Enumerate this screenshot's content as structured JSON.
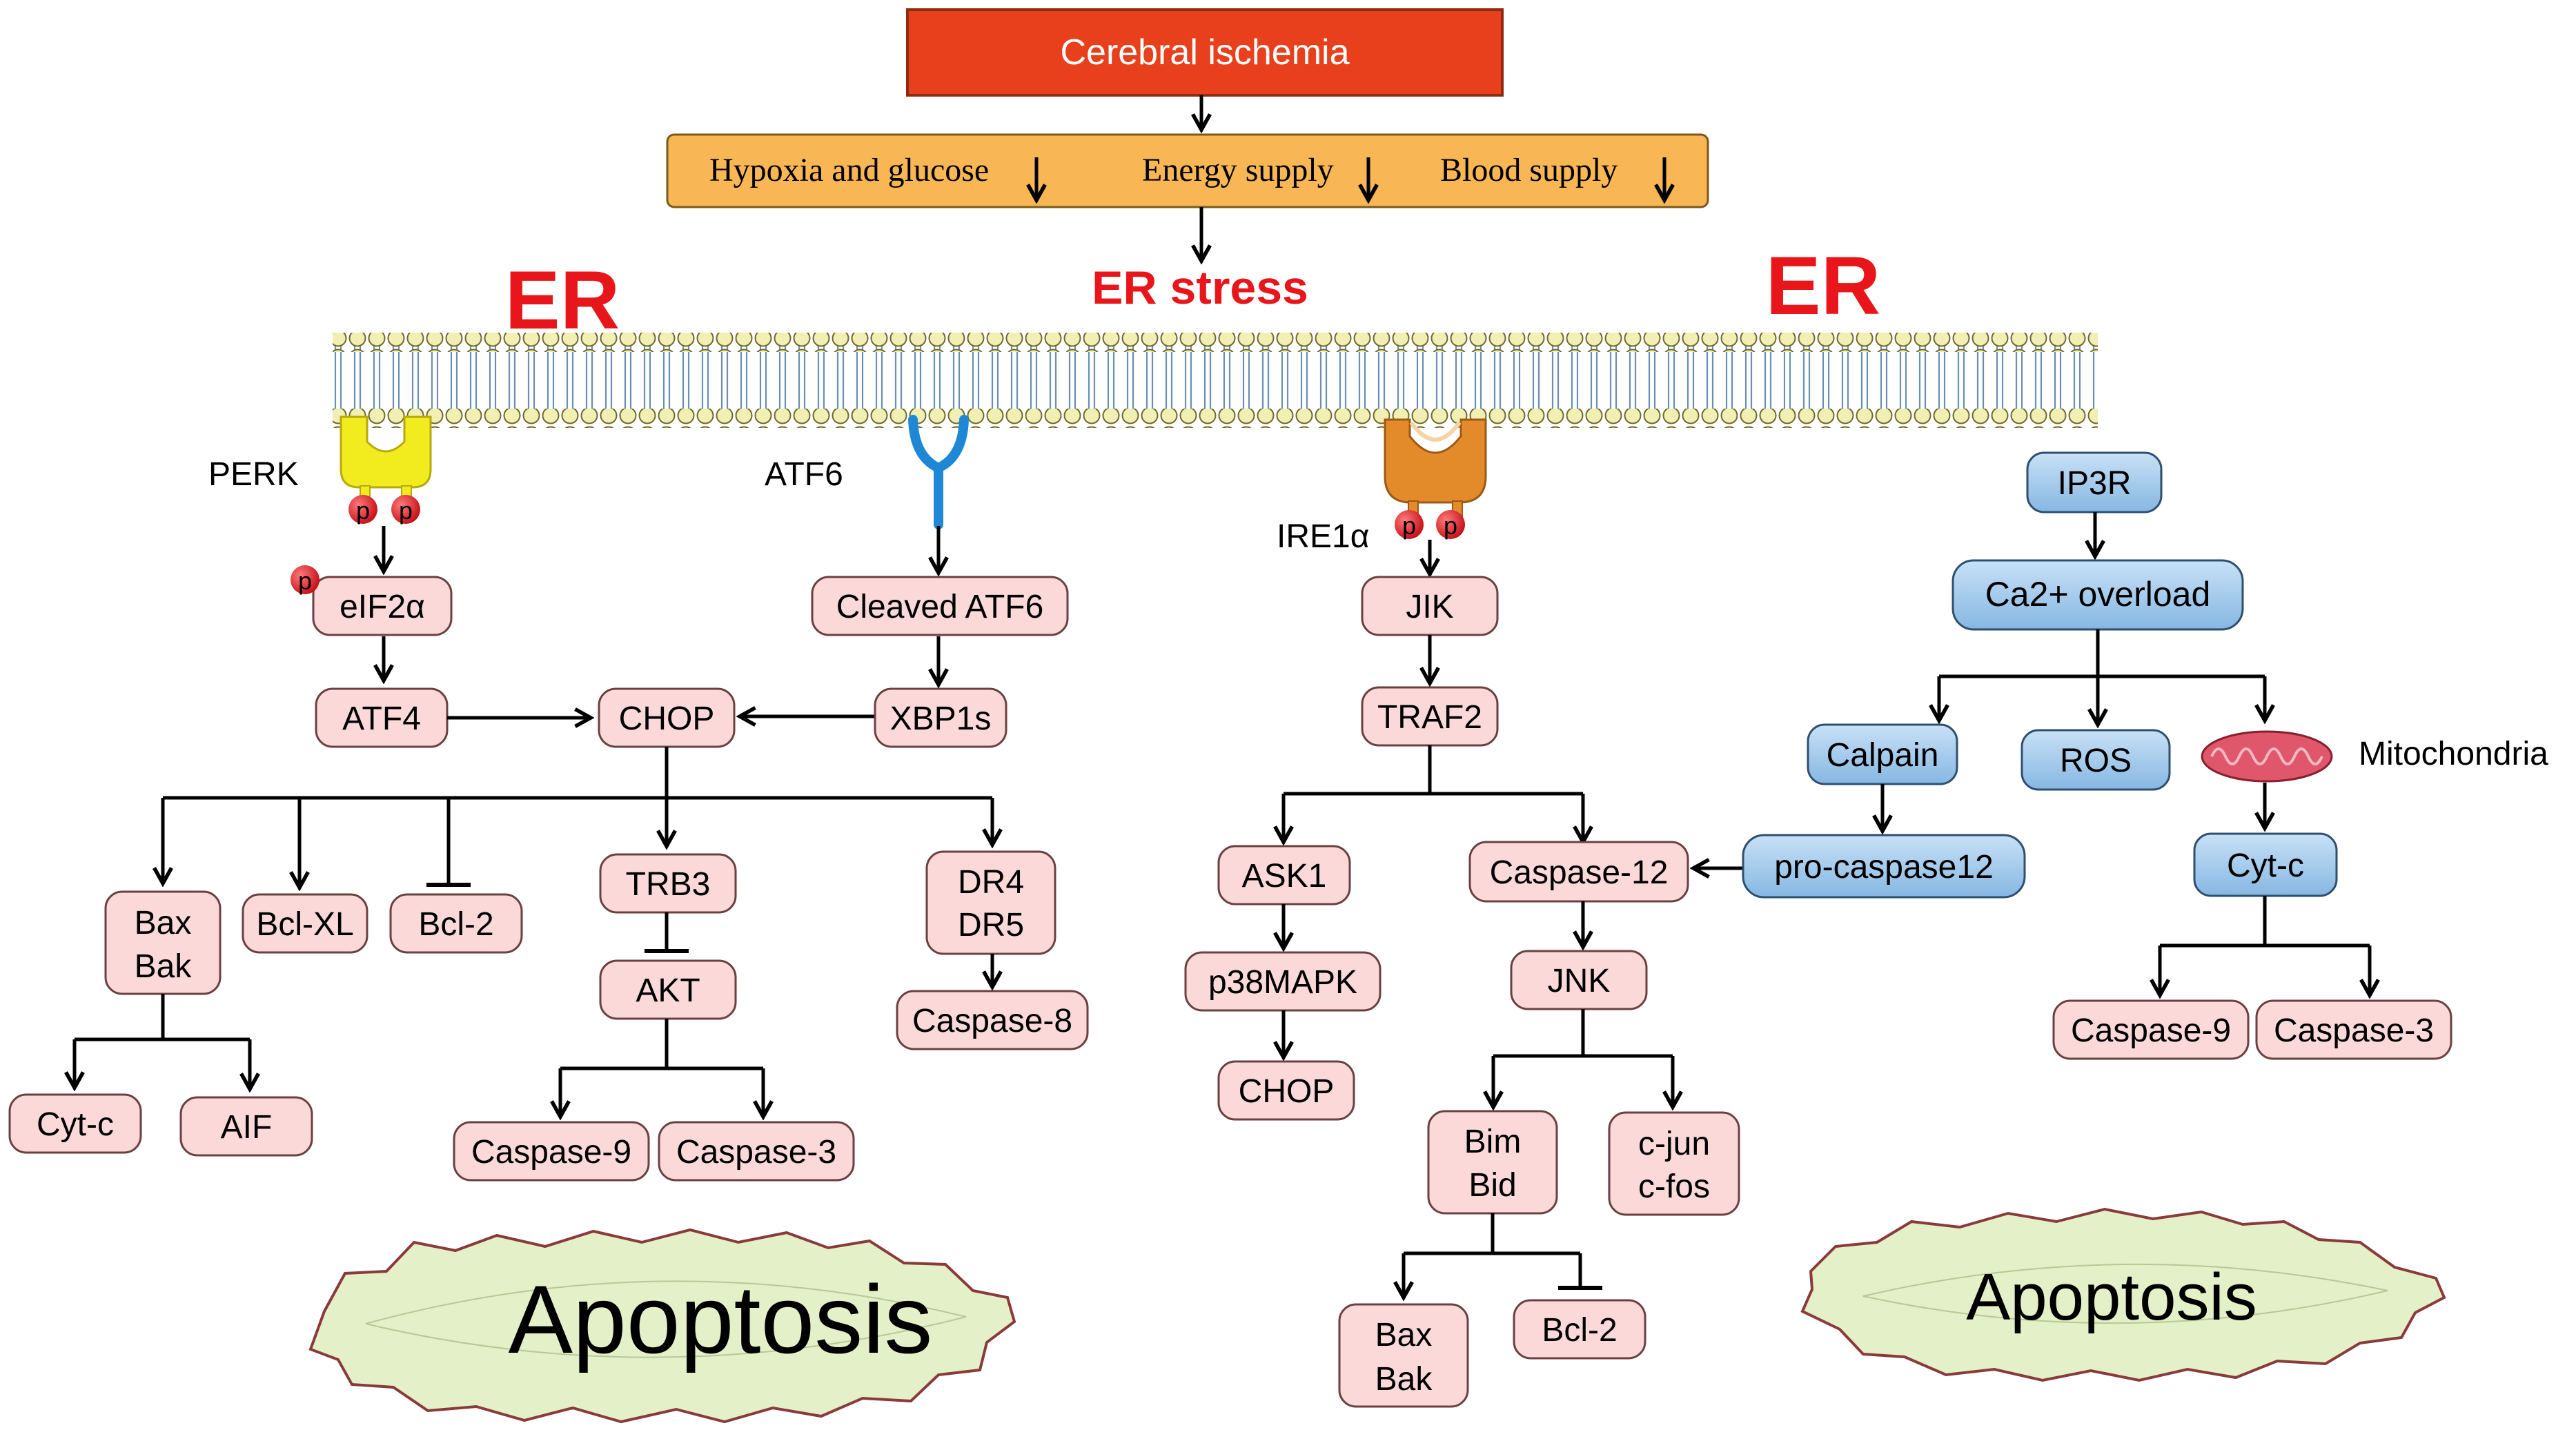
{
  "top": {
    "title": "Cerebral ischemia",
    "causes": {
      "hypoxia": "Hypoxia and glucose",
      "energy": "Energy supply",
      "blood": "Blood supply"
    },
    "er_left": "ER",
    "er_stress": "ER stress",
    "er_right": "ER"
  },
  "sensors": {
    "perk": "PERK",
    "atf6": "ATF6",
    "ire1a": "IRE1α",
    "p": "p"
  },
  "nodes": {
    "eif2a": "eIF2α",
    "cleaved_atf6": "Cleaved ATF6",
    "atf4": "ATF4",
    "chop": "CHOP",
    "xbp1s": "XBP1s",
    "bax_bak_left": [
      "Bax",
      "Bak"
    ],
    "bclxl": "Bcl-XL",
    "bcl2_left": "Bcl-2",
    "trb3": "TRB3",
    "dr4_dr5": [
      "DR4",
      "DR5"
    ],
    "akt": "AKT",
    "caspase8": "Caspase-8",
    "cytc_left": "Cyt-c",
    "aif": "AIF",
    "caspase9_mid": "Caspase-9",
    "caspase3_mid": "Caspase-3",
    "jik": "JIK",
    "traf2": "TRAF2",
    "ask1": "ASK1",
    "caspase12": "Caspase-12",
    "p38mapk": "p38MAPK",
    "jnk": "JNK",
    "chop_right": "CHOP",
    "bim_bid": [
      "Bim",
      "Bid"
    ],
    "cjun_cfos": [
      "c-jun",
      "c-fos"
    ],
    "bax_bak_right": [
      "Bax",
      "Bak"
    ],
    "bcl2_right": "Bcl-2",
    "ip3r": "IP3R",
    "ca_overload": "Ca2+ overload",
    "calpain": "Calpain",
    "ros": "ROS",
    "mitochondria": "Mitochondria",
    "pro_caspase12": "pro-caspase12",
    "cytc_right": "Cyt-c",
    "caspase9_right": "Caspase-9",
    "caspase3_right": "Caspase-3"
  },
  "apoptosis": {
    "left": "Apoptosis",
    "right": "Apoptosis"
  },
  "colors": {
    "title_red": "#e8401c",
    "banner_orange": "#f8b654",
    "pink": "#fbd9d9",
    "blue": "#9cc8ea",
    "green_cell": "#e4f0c8",
    "label_red": "#e8161b",
    "perk_yellow": "#f2ec1f",
    "atf6_blue": "#1e88d6",
    "ire1_orange": "#e38a2a",
    "phospho_red": "#d8141c"
  }
}
